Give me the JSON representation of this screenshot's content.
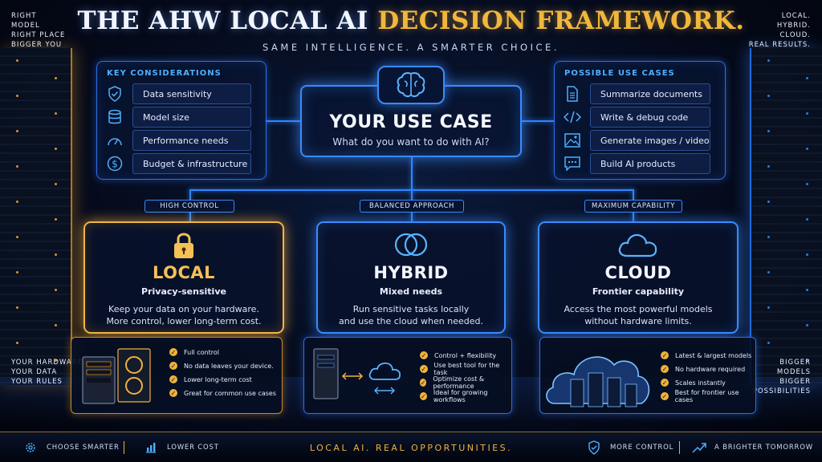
{
  "header": {
    "title_part1": "THE AHW LOCAL AI ",
    "title_part2": "DECISION FRAMEWORK.",
    "subtitle": "SAME INTELLIGENCE. A SMARTER CHOICE."
  },
  "corners": {
    "top_left": [
      "RIGHT",
      "MODEL",
      "RIGHT PLACE",
      "BIGGER YOU"
    ],
    "top_right": [
      "LOCAL.",
      "HYBRID.",
      "CLOUD.",
      "REAL RESULTS."
    ],
    "mid_left": [
      "YOUR HARDWARE",
      "YOUR DATA",
      "YOUR RULES"
    ],
    "mid_right": [
      "BIGGER",
      "MODELS",
      "BIGGER",
      "POSSIBILITIES"
    ]
  },
  "considerations": {
    "heading": "KEY CONSIDERATIONS",
    "items": [
      {
        "label": "Data sensitivity",
        "icon": "shield-check-icon"
      },
      {
        "label": "Model size",
        "icon": "database-icon"
      },
      {
        "label": "Performance needs",
        "icon": "gauge-icon"
      },
      {
        "label": "Budget & infrastructure",
        "icon": "dollar-icon"
      }
    ]
  },
  "use_cases": {
    "heading": "POSSIBLE USE CASES",
    "items": [
      {
        "label": "Summarize documents",
        "icon": "document-icon"
      },
      {
        "label": "Write & debug code",
        "icon": "code-icon"
      },
      {
        "label": "Generate images / video",
        "icon": "image-icon"
      },
      {
        "label": "Build AI products",
        "icon": "chat-icon"
      }
    ]
  },
  "center": {
    "title": "YOUR USE CASE",
    "question": "What do you want to do with AI?"
  },
  "tags": {
    "local": "HIGH CONTROL",
    "hybrid": "BALANCED APPROACH",
    "cloud": "MAXIMUM CAPABILITY"
  },
  "options": {
    "local": {
      "name": "LOCAL",
      "sub": "Privacy-sensitive",
      "desc1": "Keep your data on your hardware.",
      "desc2": "More control, lower long-term cost.",
      "benefits": [
        "Full control",
        "No data leaves your device.",
        "Lower long-term cost",
        "Great for common use cases"
      ]
    },
    "hybrid": {
      "name": "HYBRID",
      "sub": "Mixed needs",
      "desc1": "Run sensitive tasks locally",
      "desc2": "and use the cloud when needed.",
      "benefits": [
        "Control + flexibility",
        "Use best tool for the task",
        "Optimize cost & performance",
        "Ideal for growing workflows"
      ]
    },
    "cloud": {
      "name": "CLOUD",
      "sub": "Frontier capability",
      "desc1": "Access the most powerful models",
      "desc2": "without hardware limits.",
      "benefits": [
        "Latest & largest models",
        "No hardware required",
        "Scales instantly",
        "Best for frontier use cases"
      ]
    }
  },
  "footer": {
    "items": [
      "CHOOSE SMARTER",
      "LOWER COST",
      "MORE CONTROL",
      "A BRIGHTER TOMORROW"
    ],
    "center": "LOCAL AI. REAL OPPORTUNITIES."
  },
  "colors": {
    "gold": "#f0b23c",
    "blue": "#3a8bff",
    "bg": "#050b1c"
  }
}
